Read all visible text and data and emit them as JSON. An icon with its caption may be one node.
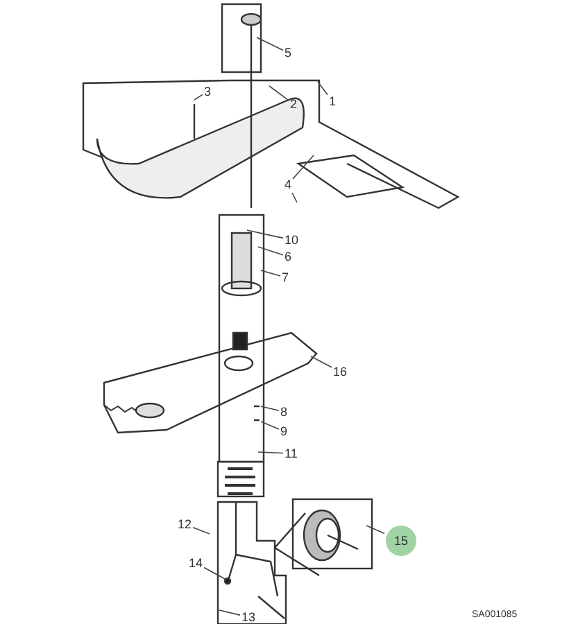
{
  "diagram": {
    "nodes": [
      {
        "text": [
          "1"
        ]
      },
      {
        "text": [
          "2"
        ]
      },
      {
        "text": [
          "3"
        ]
      },
      {
        "text": [
          "4"
        ]
      },
      {
        "text": [
          "5"
        ]
      },
      {
        "text": [
          "6"
        ]
      },
      {
        "text": [
          "7"
        ]
      },
      {
        "text": [
          "8"
        ]
      },
      {
        "text": [
          "9"
        ]
      },
      {
        "text": [
          "10"
        ]
      },
      {
        "text": [
          "11"
        ]
      },
      {
        "text": [
          "12"
        ]
      },
      {
        "text": [
          "13"
        ]
      },
      {
        "text": [
          "14"
        ]
      },
      {
        "text": [
          "15"
        ]
      },
      {
        "text": [
          "16"
        ]
      }
    ],
    "edges": [
      {
        "from": 0,
        "to": null,
        "arrow": "none"
      },
      {
        "from": 1,
        "to": null,
        "arrow": "none"
      },
      {
        "from": 2,
        "to": null,
        "arrow": "none"
      },
      {
        "from": 3,
        "to": null,
        "arrow": "none"
      },
      {
        "from": 3,
        "to": null,
        "arrow": "none"
      },
      {
        "from": 4,
        "to": null,
        "arrow": "none"
      },
      {
        "from": 5,
        "to": null,
        "arrow": "none"
      },
      {
        "from": 6,
        "to": null,
        "arrow": "none"
      },
      {
        "from": 7,
        "to": null,
        "arrow": "none"
      },
      {
        "from": 8,
        "to": null,
        "arrow": "none"
      },
      {
        "from": 9,
        "to": null,
        "arrow": "none"
      },
      {
        "from": 10,
        "to": null,
        "arrow": "none"
      },
      {
        "from": 11,
        "to": null,
        "arrow": "none"
      },
      {
        "from": 12,
        "to": null,
        "arrow": "none"
      },
      {
        "from": 13,
        "to": null,
        "arrow": "none"
      },
      {
        "from": 14,
        "to": null,
        "arrow": "none"
      },
      {
        "from": 15,
        "to": null,
        "arrow": "none"
      }
    ],
    "labels": [
      "SA001085"
    ]
  }
}
